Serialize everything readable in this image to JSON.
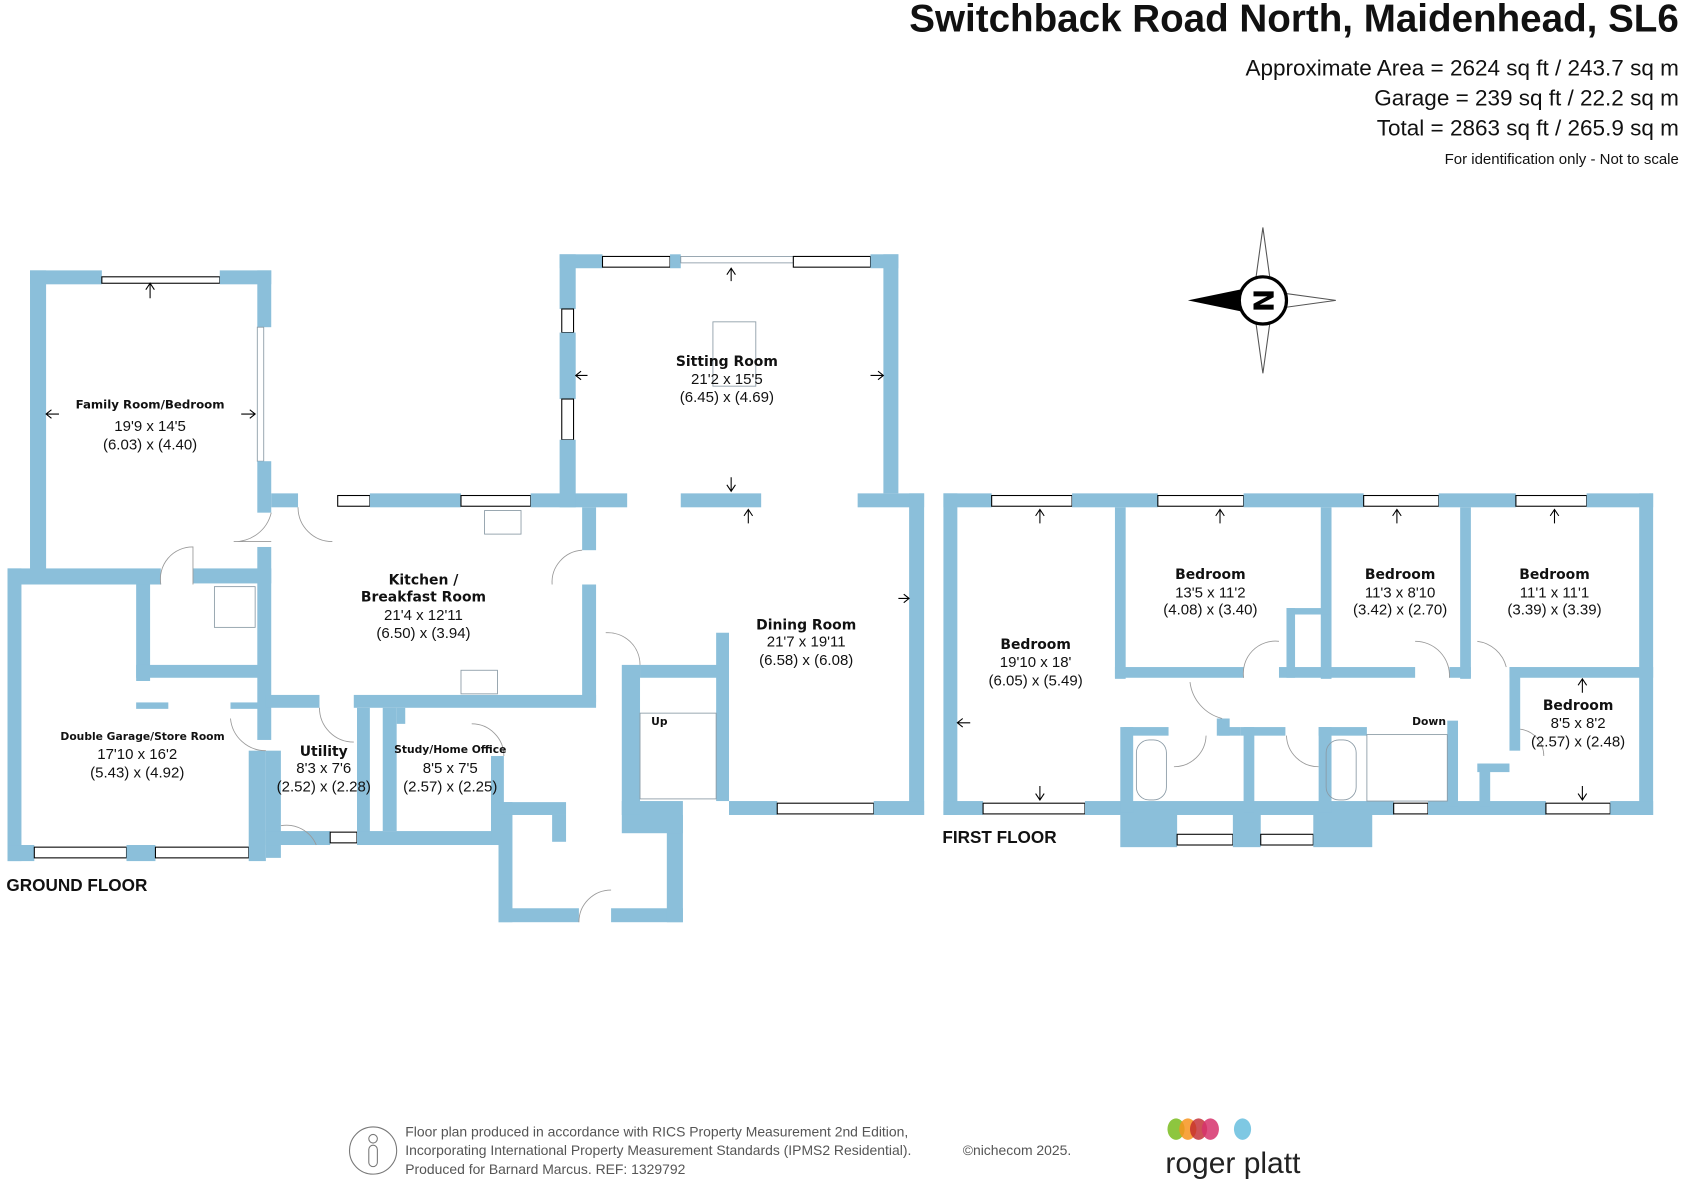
{
  "header": {
    "title": "Switchback Road North, Maidenhead, SL6",
    "area": "Approximate Area = 2624 sq ft / 243.7 sq m",
    "garage": "Garage = 239 sq ft / 22.2 sq m",
    "total": "Total = 2863 sq ft / 265.9 sq m",
    "disclaimer": "For identification only - Not to scale"
  },
  "ground_floor": {
    "label": "GROUND FLOOR",
    "rooms": [
      {
        "name": "Family Room/Bedroom",
        "imperial": "19'9 x 14'5",
        "metric": "(6.03) x (4.40)"
      },
      {
        "name": "Double Garage/Store Room",
        "imperial": "17'10 x 16'2",
        "metric": "(5.43) x (4.92)"
      },
      {
        "name": "Kitchen /",
        "name2": "Breakfast Room",
        "imperial": "21'4 x 12'11",
        "metric": "(6.50) x (3.94)"
      },
      {
        "name": "Utility",
        "imperial": "8'3 x 7'6",
        "metric": "(2.52) x (2.28)"
      },
      {
        "name": "Study/Home Office",
        "imperial": "8'5 x 7'5",
        "metric": "(2.57) x (2.25)"
      },
      {
        "name": "Sitting Room",
        "imperial": "21'2 x 15'5",
        "metric": "(6.45) x (4.69)"
      },
      {
        "name": "Dining Room",
        "imperial": "21'7 x 19'11",
        "metric": "(6.58) x (6.08)"
      }
    ],
    "stairs_label": "Up"
  },
  "first_floor": {
    "label": "FIRST FLOOR",
    "rooms": [
      {
        "name": "Bedroom",
        "imperial": "19'10 x 18'",
        "metric": "(6.05) x (5.49)"
      },
      {
        "name": "Bedroom",
        "imperial": "13'5 x 11'2",
        "metric": "(4.08) x (3.40)"
      },
      {
        "name": "Bedroom",
        "imperial": "11'3 x 8'10",
        "metric": "(3.42) x (2.70)"
      },
      {
        "name": "Bedroom",
        "imperial": "11'1 x 11'1",
        "metric": "(3.39) x (3.39)"
      },
      {
        "name": "Bedroom",
        "imperial": "8'5 x 8'2",
        "metric": "(2.57) x (2.48)"
      }
    ],
    "stairs_label": "Down"
  },
  "compass": {
    "letter": "N",
    "icon": "compass-icon"
  },
  "footer": {
    "line1": "Floor plan produced in accordance with RICS Property Measurement 2nd Edition,",
    "line2": "Incorporating International Property Measurement Standards (IPMS2 Residential).",
    "copyright": "©nichecom 2025.",
    "line3": "Produced for Barnard Marcus.   REF:  1329792"
  },
  "logo": {
    "text": "roger platt",
    "colors": [
      "#8DC63F",
      "#F7941D",
      "#C1272D",
      "#D6336C",
      "#7EC8E3"
    ]
  },
  "colors": {
    "wall": "#8BBFDA"
  }
}
